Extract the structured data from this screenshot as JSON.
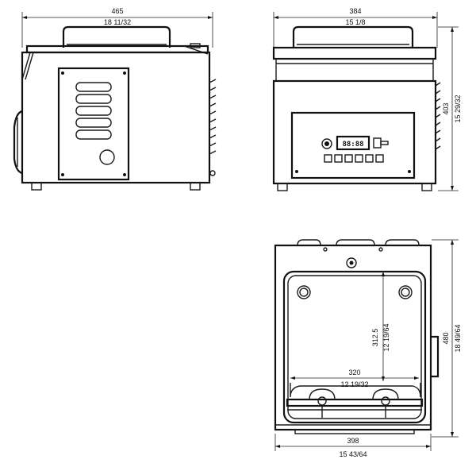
{
  "views": {
    "side": {
      "width_mm": "465",
      "width_in": "18 11/32"
    },
    "front": {
      "width_mm": "384",
      "width_in": "15 1/8",
      "height_mm": "403",
      "height_in": "15 29/32",
      "display_readout": "88:88"
    },
    "top": {
      "depth_mm": "480",
      "depth_in": "18 49/64",
      "chamber_depth_mm": "312.5",
      "chamber_depth_in": "12 19/64",
      "chamber_width_mm": "320",
      "chamber_width_in": "12 19/32",
      "width_mm": "398",
      "width_in": "15 43/64"
    }
  },
  "colors": {
    "line": "#1a1a1a",
    "background": "#ffffff"
  }
}
